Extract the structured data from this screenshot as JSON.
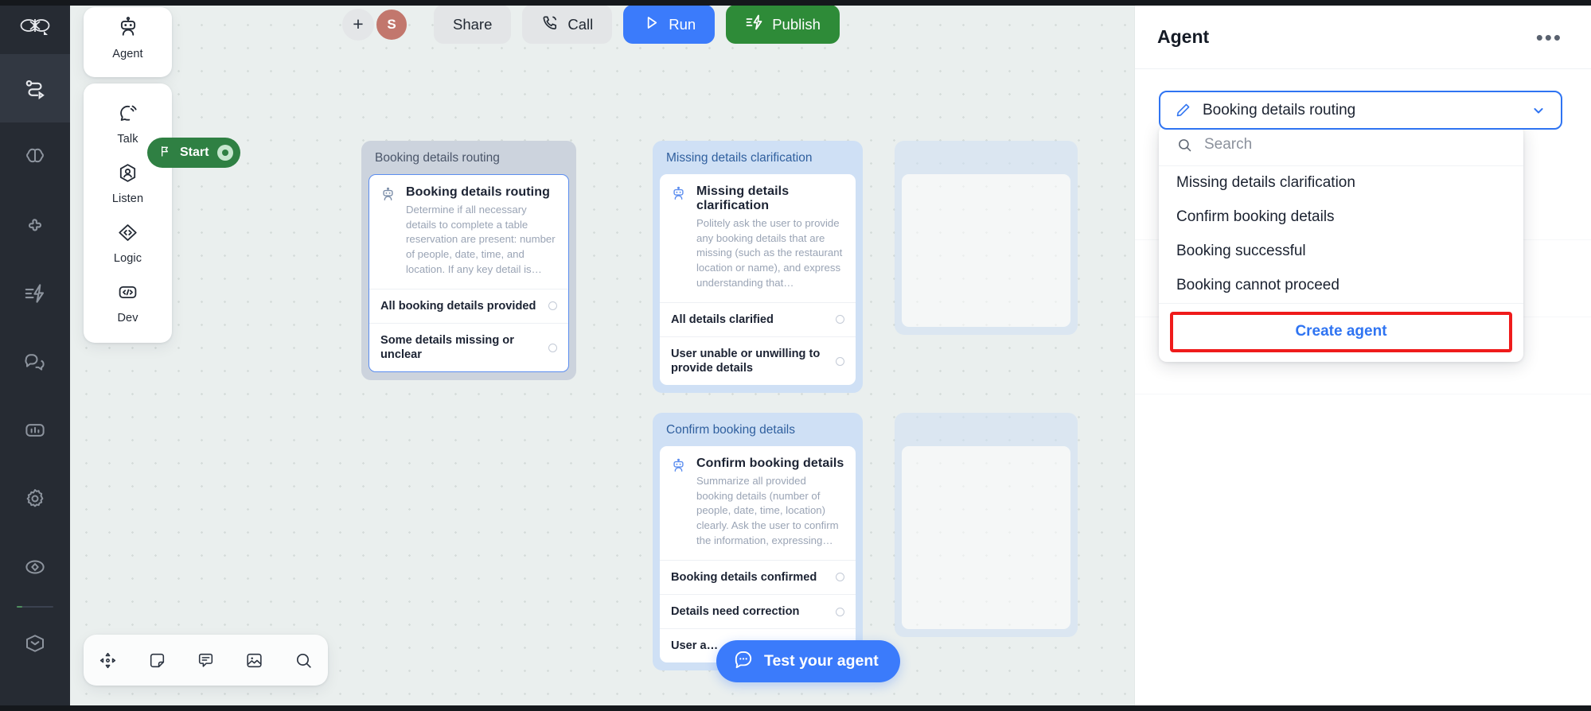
{
  "app": {
    "brand_logo": "vapi-logo",
    "accent_blue": "#3b7bfb",
    "accent_green": "#2e8b38",
    "canvas_bg": "#eaefee",
    "highlight_red": "#ef1b1b"
  },
  "rail": {
    "items": [
      {
        "name": "workflow",
        "icon": "workflow-icon",
        "active": true
      },
      {
        "name": "brain",
        "icon": "brain-icon",
        "active": false
      },
      {
        "name": "puzzle",
        "icon": "puzzle-icon",
        "active": false
      },
      {
        "name": "automation",
        "icon": "lightning-lines-icon",
        "active": false
      },
      {
        "name": "chats",
        "icon": "chat-bubbles-icon",
        "active": false
      },
      {
        "name": "analytics",
        "icon": "bar-chart-icon",
        "active": false
      },
      {
        "name": "settings",
        "icon": "gear-icon",
        "active": false
      },
      {
        "name": "observability",
        "icon": "eye-target-icon",
        "active": false
      },
      {
        "name": "package",
        "icon": "box-icon",
        "active": false
      }
    ]
  },
  "palette": {
    "agent": {
      "label": "Agent",
      "icon": "robot-icon"
    },
    "items": [
      {
        "label": "Talk",
        "icon": "speech-waves-icon"
      },
      {
        "label": "Listen",
        "icon": "person-hex-icon"
      },
      {
        "label": "Logic",
        "icon": "code-arrows-icon"
      },
      {
        "label": "Dev",
        "icon": "code-brackets-icon"
      }
    ]
  },
  "toolbar": {
    "add_label": "+",
    "avatar_initial": "S",
    "share_label": "Share",
    "call_label": "Call",
    "call_icon": "phone-waves-icon",
    "run_label": "Run",
    "run_icon": "play-icon",
    "publish_label": "Publish",
    "publish_icon": "lightning-lines-icon"
  },
  "canvas": {
    "start_node": {
      "label": "Start",
      "icon": "flag-icon"
    },
    "nodes": [
      {
        "id": "routing",
        "group_title": "Booking details routing",
        "card_title": "Booking details routing",
        "card_icon": "robot-icon",
        "description": "Determine if all necessary details to complete a table reservation are present: number of people, date, time, and location. If any key detail is…",
        "options": [
          "All booking details provided",
          "Some details missing or unclear"
        ],
        "selected": true
      },
      {
        "id": "missing",
        "group_title": "Missing details clarification",
        "card_title": "Missing details clarification",
        "card_icon": "robot-icon",
        "description": "Politely ask the user to provide any booking details that are missing (such as the restaurant location or name), and express understanding that…",
        "options": [
          "All details clarified",
          "User unable or unwilling to provide details"
        ],
        "selected": false
      },
      {
        "id": "confirm",
        "group_title": "Confirm booking details",
        "card_title": "Confirm booking details",
        "card_icon": "robot-icon",
        "description": "Summarize all provided booking details (number of people, date, time, location) clearly. Ask the user to confirm the information, expressing…",
        "options": [
          "Booking details confirmed",
          "Details need correction",
          "User a…"
        ],
        "selected": false
      }
    ],
    "bottom_tools": [
      {
        "name": "move",
        "icon": "move-arrows-icon"
      },
      {
        "name": "sticky-note",
        "icon": "note-icon"
      },
      {
        "name": "comment",
        "icon": "comment-icon"
      },
      {
        "name": "image",
        "icon": "image-icon"
      },
      {
        "name": "search",
        "icon": "search-icon"
      }
    ],
    "test_pill": {
      "label": "Test your agent",
      "icon": "chat-dots-icon"
    }
  },
  "right_panel": {
    "title": "Agent",
    "more_icon": "ellipsis-icon",
    "select": {
      "value": "Booking details routing",
      "edit_icon": "pencil-icon",
      "chevron_icon": "chevron-down-icon"
    },
    "dropdown": {
      "search_placeholder": "Search",
      "search_value": "",
      "search_icon": "search-icon",
      "options": [
        "Missing details clarification",
        "Confirm booking details",
        "Booking successful",
        "Booking cannot proceed"
      ],
      "create_label": "Create agent"
    }
  }
}
